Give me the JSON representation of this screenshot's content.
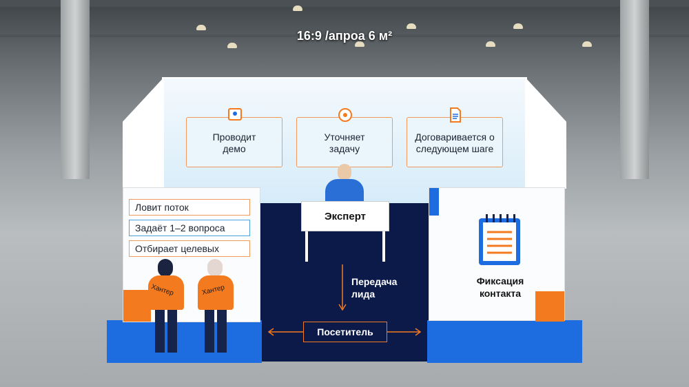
{
  "title": "16:9 /апроа 6 м²",
  "back_cards": [
    {
      "label": "Проводит демо",
      "icon": "monitor-icon"
    },
    {
      "label": "Уточняет задачу",
      "icon": "target-icon"
    },
    {
      "label": "Договаривается о следующем шаге",
      "icon": "document-icon"
    }
  ],
  "expert": {
    "label": "Эксперт"
  },
  "handover": {
    "label": "Передача лида"
  },
  "visitor": {
    "label": "Посетитель"
  },
  "left_panel": {
    "tags": [
      "Ловит поток",
      "Задаёт 1–2 вопроса",
      "Отбирает целевых"
    ],
    "hunter_label": "Хантер"
  },
  "right_panel": {
    "label": "Фиксация контакта",
    "icon": "notepad-icon"
  },
  "colors": {
    "orange": "#f47a1f",
    "blue": "#1e6de0",
    "navy": "#0c1a4a"
  }
}
